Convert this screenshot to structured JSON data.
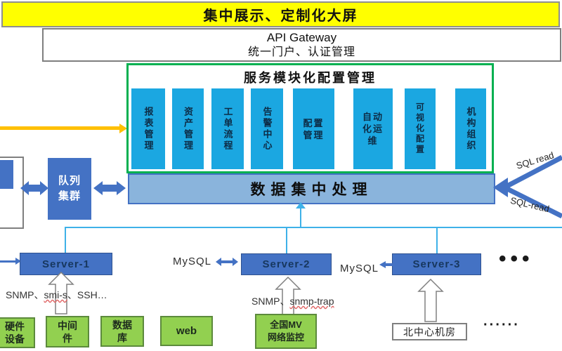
{
  "colors": {
    "banner_bg": "#FFFF00",
    "module_blue": "#1BA7E1",
    "node_blue": "#4472C4",
    "bar_blue": "#8AB4DC",
    "green_border": "#00B050",
    "source_green": "#92D050",
    "connector_cyan": "#3EB1E8",
    "feed_line_yellow": "#FFC000"
  },
  "banner": {
    "title": "集中展示、定制化大屏"
  },
  "gateway": {
    "line1": "API Gateway",
    "line2": "统一门户、认证管理"
  },
  "service_box": {
    "title": "服务模块化配置管理",
    "modules": [
      {
        "label": "报表管理"
      },
      {
        "label": "资产管理"
      },
      {
        "label": "工单流程"
      },
      {
        "label": "告警中心"
      },
      {
        "lines": [
          "配置",
          "管理"
        ]
      },
      {
        "lines": [
          "自动",
          "化运",
          "维"
        ]
      },
      {
        "label": "可视化配置"
      },
      {
        "label": "机构组织"
      }
    ]
  },
  "data_bar": {
    "label": "数据集中处理"
  },
  "queue": {
    "lines": [
      "队列",
      "集群"
    ]
  },
  "sql_links": {
    "top_label": "SQL read",
    "bottom_label": "SQL-read"
  },
  "servers": {
    "s1": "Server-1",
    "s2": "Server-2",
    "s3": "Server-3",
    "more": "•••"
  },
  "db_labels": {
    "mysql_left": "MySQL",
    "mysql_right": "MySQL"
  },
  "protocols": {
    "left": {
      "prefix": "SNMP、",
      "wavy": "smi-s",
      "suffix": "、SSH…"
    },
    "mid": {
      "prefix": "SNMP、",
      "wavy": "snmp-trap",
      "suffix": ""
    }
  },
  "sources": {
    "hardware": {
      "lines": [
        "硬件",
        "设备"
      ]
    },
    "middleware": {
      "lines": [
        "中间",
        "件"
      ]
    },
    "database": {
      "lines": [
        "数据",
        "库"
      ]
    },
    "web": {
      "label": "web"
    },
    "mv": {
      "lines": [
        "全国MV",
        "网络监控"
      ]
    },
    "datacenter": {
      "label": "北中心机房"
    },
    "more": "······"
  }
}
